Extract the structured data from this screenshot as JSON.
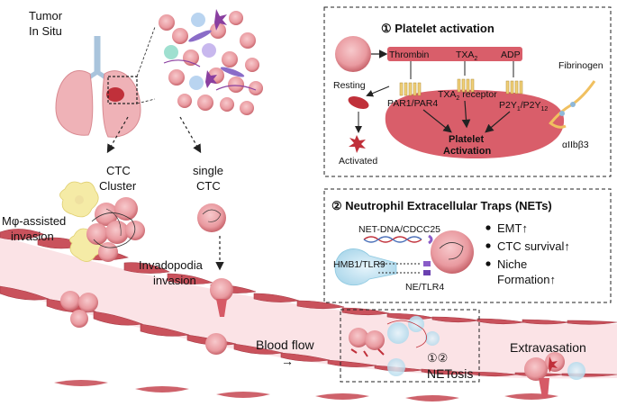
{
  "colors": {
    "vessel_fill": "#fbe3e6",
    "endothelial": "#c9525c",
    "endothelial_dark": "#a83a45",
    "ctc": "#e99aa0",
    "ctc_dark": "#c8646c",
    "platelet": "#d95e6a",
    "neutrophil": "#bfe3f2",
    "macrophage": "#f5eba6",
    "lung": "#efb2b7",
    "airway": "#a9c4dc"
  },
  "labels": {
    "tumor": "Tumor",
    "in_situ": "In Situ",
    "ctc_cluster_1": "CTC",
    "ctc_cluster_2": "Cluster",
    "single_ctc_1": "single",
    "single_ctc_2": "CTC",
    "mphi_1": "Mφ-assisted",
    "mphi_2": "invasion",
    "invadopodia_1": "Invadopodia",
    "invadopodia_2": "invasion",
    "blood_flow": "Blood flow",
    "blood_flow_arrow": "→",
    "netosis_nums": "①②",
    "netosis": "NETosis",
    "extravasation": "Extravasation"
  },
  "platelet_panel": {
    "title": "① Platelet activation",
    "thrombin": "Thrombin",
    "txa2": "TXA",
    "txa2_sub": "2",
    "adp": "ADP",
    "fibrinogen": "Fibrinogen",
    "resting": "Resting",
    "activated": "Activated",
    "par": "PAR1/PAR4",
    "txa2_receptor": "TXA",
    "txa2_receptor_sub": "2",
    "txa2_receptor_suffix": " receptor",
    "p2y": "P2Y",
    "p2y_sub1": "1",
    "p2y_mid": "/P2Y",
    "p2y_sub2": "12",
    "activation_1": "Platelet",
    "activation_2": "Activation",
    "integrin": "αIIbβ3"
  },
  "nets_panel": {
    "title": "② Neutrophil Extracellular Traps (NETs)",
    "net_dna": "NET-DNA/CDCC25",
    "hmb1": "HMB1/TLR9",
    "ne": "NE/TLR4",
    "bullets": [
      "EMT↑",
      "CTC survival↑",
      "Niche",
      "Formation↑"
    ]
  }
}
